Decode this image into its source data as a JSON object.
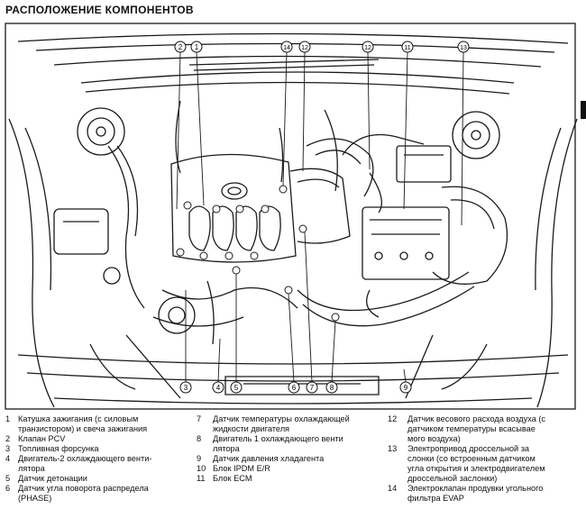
{
  "title": "РАСПОЛОЖЕНИЕ КОМПОНЕНТОВ",
  "callouts_top": [
    "2",
    "1",
    "14",
    "12",
    "12",
    "11",
    "13"
  ],
  "callouts_bottom": [
    "3",
    "4",
    "5",
    "6",
    "7",
    "8",
    "9"
  ],
  "legend": {
    "col1": [
      {
        "num": "1",
        "lines": [
          "Катушка зажигания (с силовым",
          "транзистором) и свеча зажигания"
        ]
      },
      {
        "num": "2",
        "lines": [
          "Клапан PCV"
        ]
      },
      {
        "num": "3",
        "lines": [
          "Топливная форсунка"
        ]
      },
      {
        "num": "4",
        "lines": [
          "Двигатель-2 охлаждающего венти-",
          "лятора"
        ]
      },
      {
        "num": "5",
        "lines": [
          "Датчик детонации"
        ]
      },
      {
        "num": "6",
        "lines": [
          "Датчик угла поворота распредела",
          "(PHASE)"
        ]
      }
    ],
    "col2": [
      {
        "num": "7",
        "lines": [
          "Датчик температуры охлаждающей",
          "жидкости двигателя"
        ]
      },
      {
        "num": "8",
        "lines": [
          "Двигатель 1 охлаждающего венти",
          "лятора"
        ]
      },
      {
        "num": "9",
        "lines": [
          "Датчик давления хладагента"
        ]
      },
      {
        "num": "10",
        "lines": [
          "Блок IPDM E/R"
        ]
      },
      {
        "num": "11",
        "lines": [
          "Блок ECM"
        ]
      }
    ],
    "col3": [
      {
        "num": "12",
        "lines": [
          "Датчик весового расхода воздуха (с",
          "датчиком температуры всасывае",
          "мого воздуха)"
        ]
      },
      {
        "num": "13",
        "lines": [
          "Электропривод дроссельной за",
          "слонки (со встроенным датчиком",
          "угла открытия и электродвигателем",
          "дроссельной заслонки)"
        ]
      },
      {
        "num": "14",
        "lines": [
          "Электроклапан продувки угольного",
          "фильтра EVAP"
        ]
      }
    ]
  }
}
